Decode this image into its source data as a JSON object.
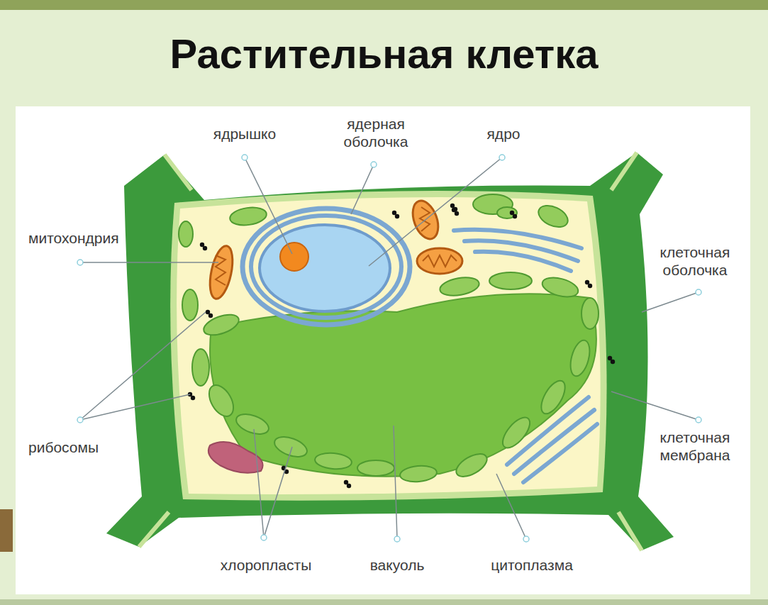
{
  "diagram": {
    "title": "Растительная клетка",
    "labels": [
      "ядрышко",
      "ядерная оболочка",
      "ядро",
      "митохондрия",
      "клеточная оболочка",
      "рибосомы",
      "клеточная мембрана",
      "хлоропласты",
      "вакуоль",
      "цитоплазма"
    ]
  }
}
